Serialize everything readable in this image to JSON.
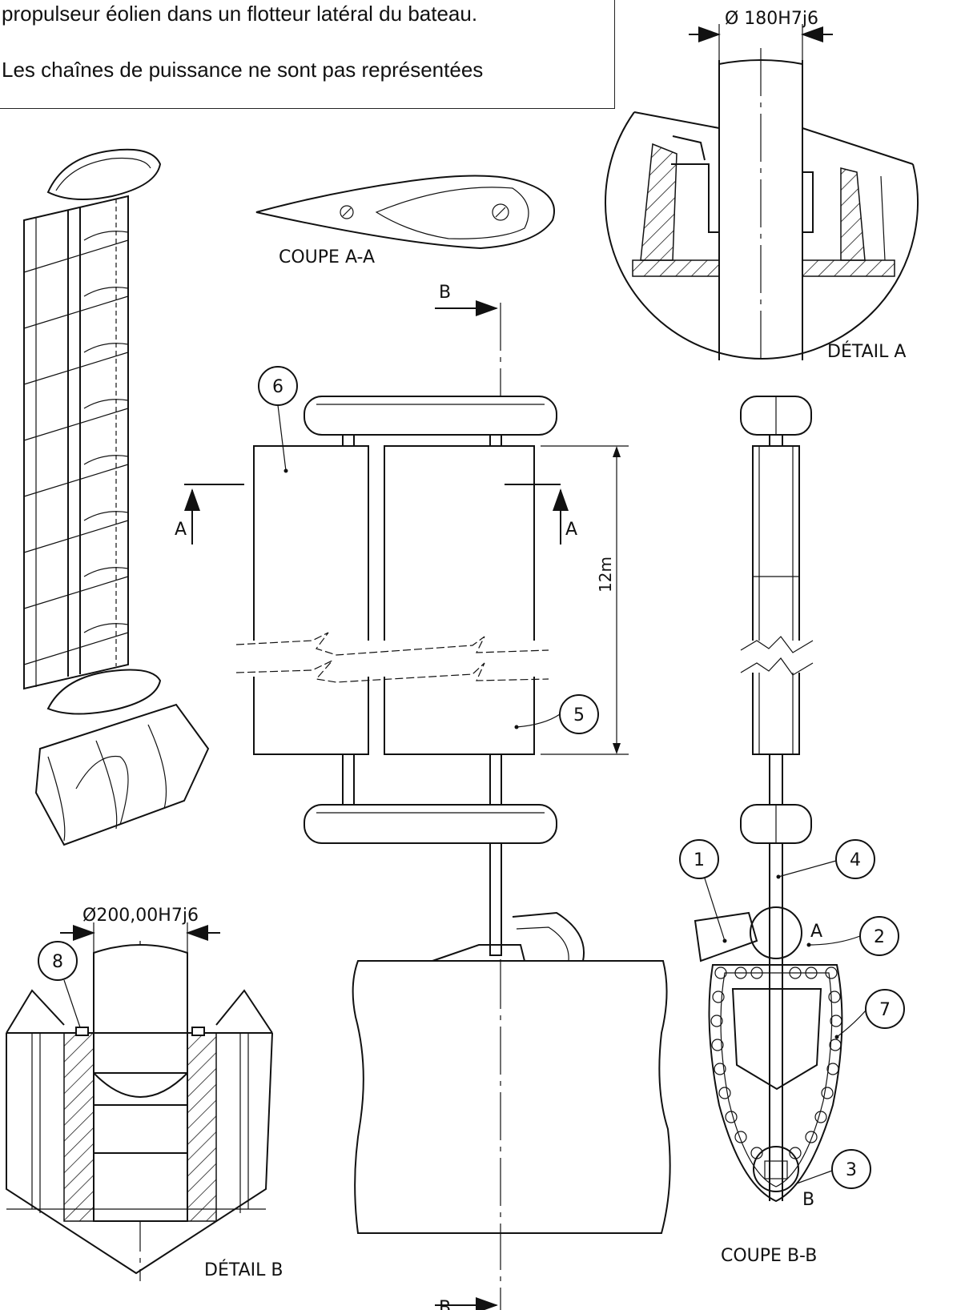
{
  "intro": {
    "line1": "propulseur éolien dans un flotteur latéral du bateau.",
    "line2": "Les chaînes de puissance ne sont pas représentées"
  },
  "labels": {
    "coupe_aa": "COUPE A-A",
    "coupe_bb": "COUPE B-B",
    "detail_a": "DÉTAIL A",
    "detail_b": "DÉTAIL B",
    "section_b": "B",
    "section_a": "A",
    "height": "12m",
    "dim_detail_a": "Ø 180H7j6",
    "dim_detail_b": "Ø200,00H7j6",
    "callout_a": "A",
    "callout_b": "B"
  },
  "parts": [
    "1",
    "2",
    "3",
    "4",
    "5",
    "6",
    "7",
    "8"
  ]
}
